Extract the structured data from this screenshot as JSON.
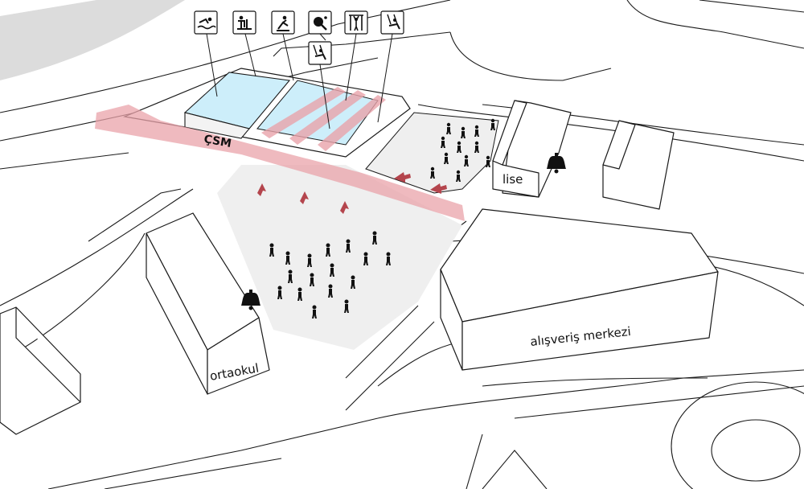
{
  "labels": {
    "csm": "ÇSM",
    "lise": "lise",
    "ortaokul": "ortaokul",
    "mall": "alışveriş merkezi"
  },
  "icons": [
    "swimming-icon",
    "fitness-icon",
    "climbing-icon",
    "table-tennis-icon",
    "gymnastics-icon",
    "swing-icon",
    "playground-icon"
  ],
  "colors": {
    "flow": "#e9a3aa",
    "arrow": "#b4454d",
    "pool": "#cdeefa",
    "plaza": "#efefef",
    "road": "#dcdcdc"
  }
}
